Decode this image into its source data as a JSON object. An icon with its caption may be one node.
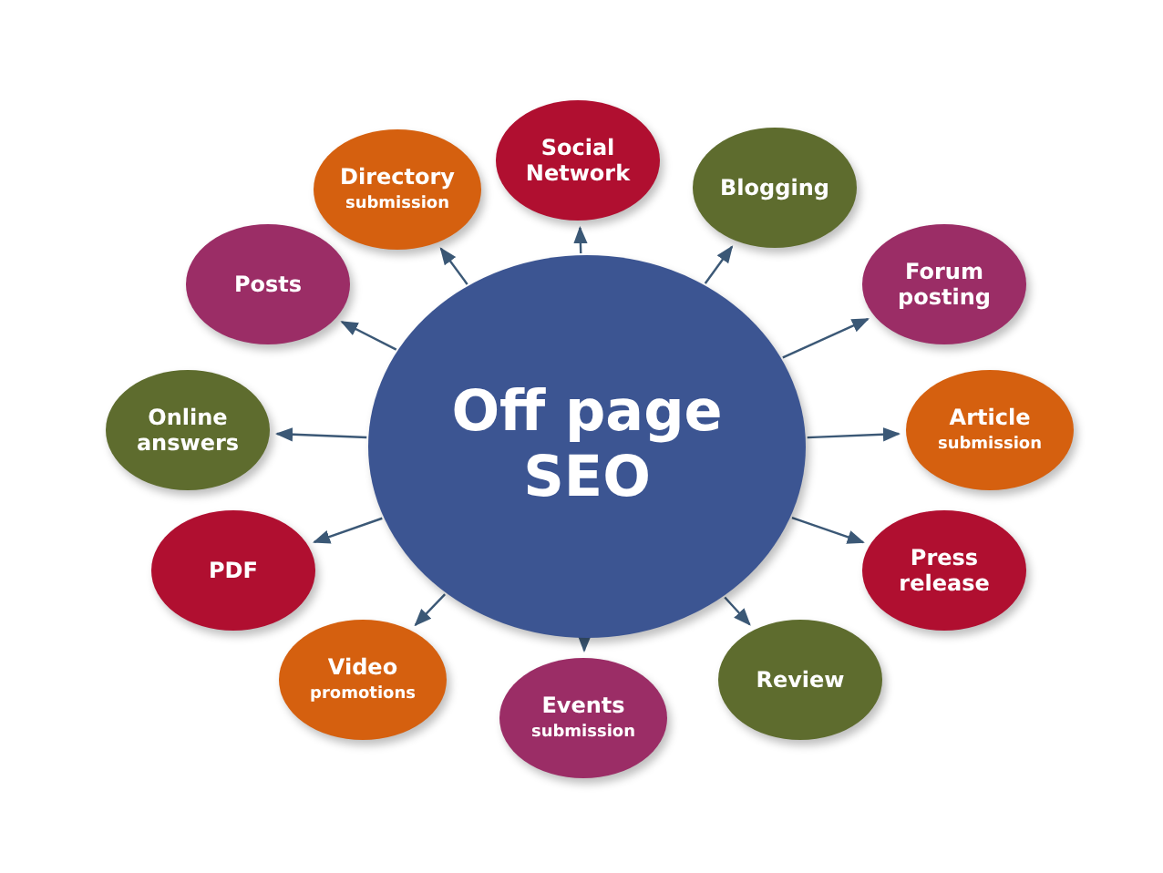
{
  "diagram": {
    "nodes": [
      {
        "text": [
          "Off page SEO"
        ]
      },
      {
        "text": [
          "Social Network"
        ]
      },
      {
        "text": [
          "Directory",
          "submission"
        ]
      },
      {
        "text": [
          "Blogging"
        ]
      },
      {
        "text": [
          "Posts"
        ]
      },
      {
        "text": [
          "Forum posting"
        ]
      },
      {
        "text": [
          "Online answers"
        ]
      },
      {
        "text": [
          "Article",
          "submission"
        ]
      },
      {
        "text": [
          "PDF"
        ]
      },
      {
        "text": [
          "Press release"
        ]
      },
      {
        "text": [
          "Video",
          "promotions"
        ]
      },
      {
        "text": [
          "Review"
        ]
      },
      {
        "text": [
          "Events",
          "submission"
        ]
      }
    ],
    "edges": [
      {
        "from": 0,
        "to": 1,
        "arrow": "to"
      },
      {
        "from": 0,
        "to": 2,
        "arrow": "to"
      },
      {
        "from": 0,
        "to": 3,
        "arrow": "to"
      },
      {
        "from": 0,
        "to": 4,
        "arrow": "to"
      },
      {
        "from": 0,
        "to": 5,
        "arrow": "to"
      },
      {
        "from": 0,
        "to": 6,
        "arrow": "to"
      },
      {
        "from": 0,
        "to": 7,
        "arrow": "to"
      },
      {
        "from": 0,
        "to": 8,
        "arrow": "to"
      },
      {
        "from": 0,
        "to": 9,
        "arrow": "to"
      },
      {
        "from": 0,
        "to": 10,
        "arrow": "to"
      },
      {
        "from": 0,
        "to": 11,
        "arrow": "to"
      },
      {
        "from": 0,
        "to": 12,
        "arrow": "to"
      }
    ]
  }
}
